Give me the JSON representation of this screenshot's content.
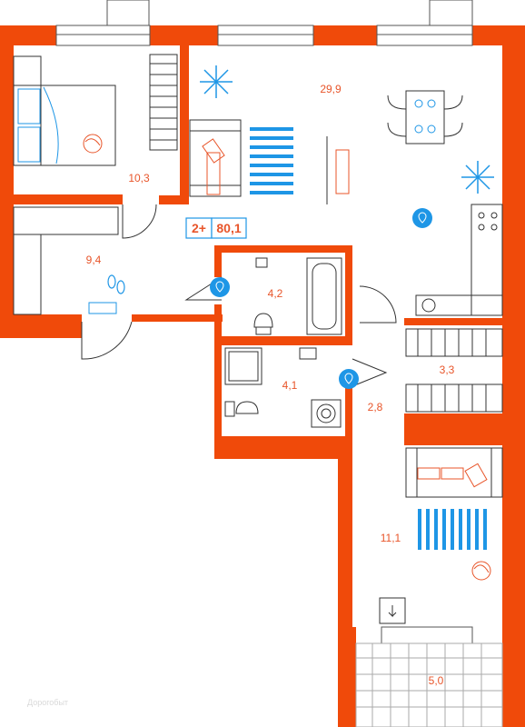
{
  "plan": {
    "badge": {
      "rooms": "2+",
      "total_area": "80,1"
    },
    "rooms": [
      {
        "id": "bedroom",
        "area": "10,3"
      },
      {
        "id": "living-kitchen",
        "area": "29,9"
      },
      {
        "id": "hall",
        "area": "9,4"
      },
      {
        "id": "bathroom",
        "area": "4,2"
      },
      {
        "id": "laundry",
        "area": "4,1"
      },
      {
        "id": "corridor",
        "area": "2,8"
      },
      {
        "id": "wardrobe",
        "area": "3,3"
      },
      {
        "id": "second-room",
        "area": "11,1"
      },
      {
        "id": "balcony",
        "area": "5,0"
      }
    ],
    "watermark": "Дорогобыт",
    "colors": {
      "wall": "#f04a0a",
      "accent": "#e8552a",
      "blue": "#1e96e6",
      "line": "#333333"
    }
  }
}
